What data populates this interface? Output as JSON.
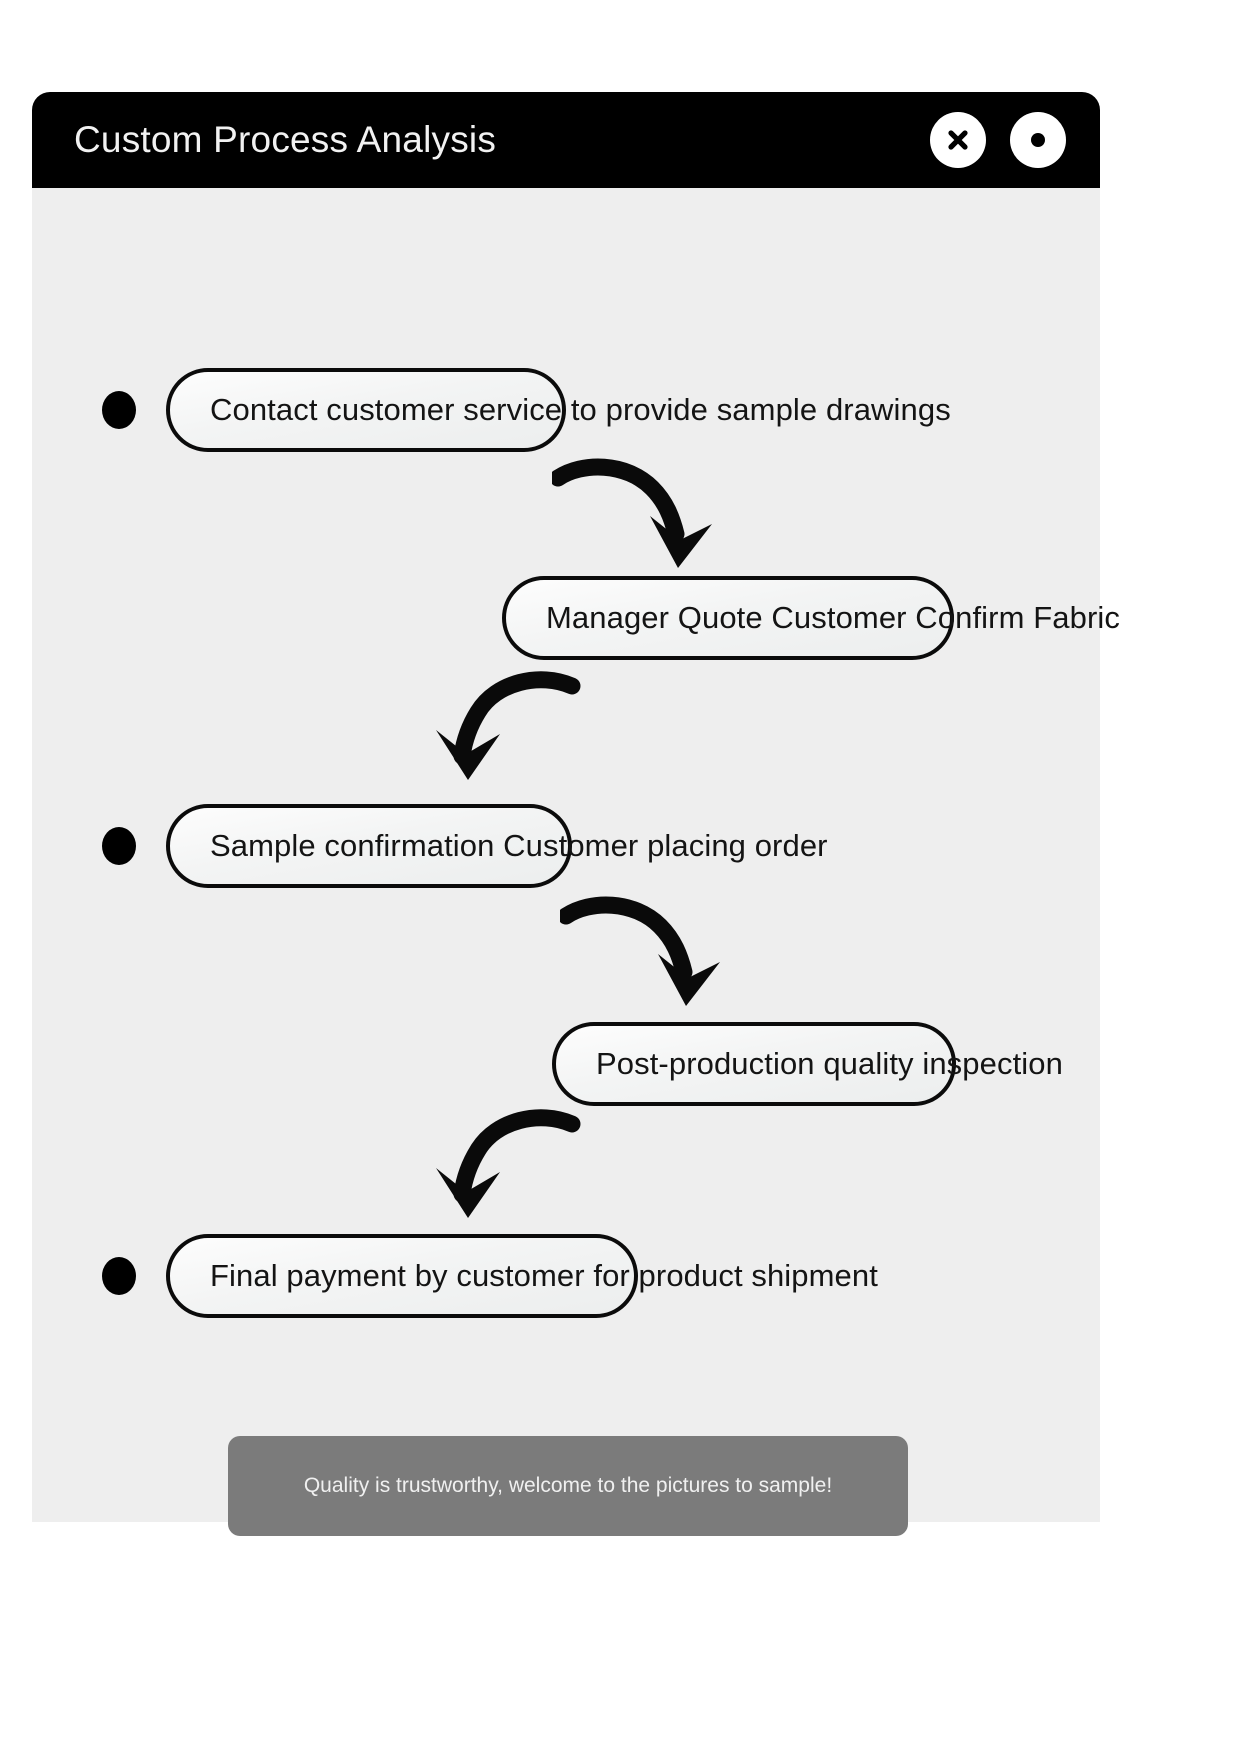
{
  "window": {
    "title": "Custom Process Analysis",
    "titlebar_bg": "#000000",
    "titlebar_fg": "#f2f2f2",
    "body_bg": "#eeeeee",
    "buttons": [
      {
        "name": "close-button",
        "icon": "close-icon",
        "glyph": "x"
      },
      {
        "name": "record-button",
        "icon": "dot-icon",
        "glyph": "dot"
      }
    ]
  },
  "flow": {
    "accent": "#0b0b0b",
    "steps": [
      {
        "id": "step-1",
        "label": "Contact customer service to provide sample drawings",
        "lead_bullet": true,
        "trail_bullet": false
      },
      {
        "id": "step-2",
        "label": "Manager Quote Customer Confirm Fabric",
        "lead_bullet": false,
        "trail_bullet": true
      },
      {
        "id": "step-3",
        "label": "Sample confirmation Customer placing order",
        "lead_bullet": true,
        "trail_bullet": false
      },
      {
        "id": "step-4",
        "label": "Post-production quality inspection",
        "lead_bullet": false,
        "trail_bullet": true
      },
      {
        "id": "step-5",
        "label": "Final payment by customer for product shipment",
        "lead_bullet": true,
        "trail_bullet": false
      }
    ],
    "connectors": [
      {
        "id": "arrow-1",
        "from": "step-1",
        "to": "step-2",
        "direction": "down-right"
      },
      {
        "id": "arrow-2",
        "from": "step-2",
        "to": "step-3",
        "direction": "down-left"
      },
      {
        "id": "arrow-3",
        "from": "step-3",
        "to": "step-4",
        "direction": "down-right"
      },
      {
        "id": "arrow-4",
        "from": "step-4",
        "to": "step-5",
        "direction": "down-left"
      }
    ]
  },
  "footer": {
    "message": "Quality is trustworthy, welcome to the pictures to sample!",
    "bg": "#7b7b7b",
    "fg": "#f0f0f0"
  }
}
